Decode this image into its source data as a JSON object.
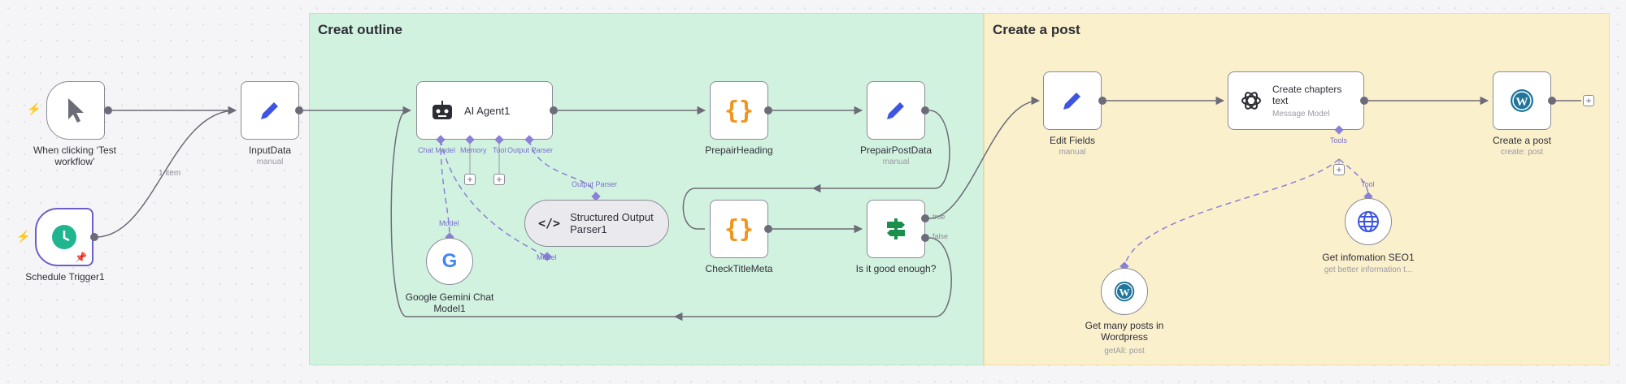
{
  "stickies": {
    "outline": {
      "title": "Creat outline"
    },
    "post": {
      "title": "Create a post"
    }
  },
  "nodes": {
    "manual_trigger": {
      "label": "When clicking ‘Test workflow’",
      "icon": "cursor-icon"
    },
    "schedule_trigger": {
      "label": "Schedule Trigger1",
      "icon": "clock-icon"
    },
    "input_data": {
      "label": "InputData",
      "sub": "manual",
      "icon": "pencil-icon"
    },
    "ai_agent": {
      "label": "AI Agent1",
      "icon": "robot-icon"
    },
    "prepair_heading": {
      "label": "PrepairHeading",
      "icon": "code-braces-icon"
    },
    "prepair_post_data": {
      "label": "PrepairPostData",
      "sub": "manual",
      "icon": "pencil-icon"
    },
    "structured_parser": {
      "label": "Structured Output Parser1",
      "icon": "code-icon"
    },
    "gemini": {
      "label": "Google Gemini Chat Model1",
      "icon": "google-icon"
    },
    "check_title_meta": {
      "label": "CheckTitleMeta",
      "icon": "code-braces-icon"
    },
    "is_good_enough": {
      "label": "Is it good enough?",
      "icon": "signpost-icon"
    },
    "edit_fields": {
      "label": "Edit Fields",
      "sub": "manual",
      "icon": "pencil-icon"
    },
    "create_chapters": {
      "label": "Create chapters text",
      "sub": "Message Model",
      "icon": "openai-icon"
    },
    "create_post": {
      "label": "Create a post",
      "sub": "create: post",
      "icon": "wordpress-icon"
    },
    "get_seo": {
      "label": "Get infomation SEO1",
      "sub": "get better information t...",
      "icon": "globe-icon"
    },
    "get_posts": {
      "label": "Get many posts in Wordpress",
      "sub": "getAll: post",
      "icon": "wordpress-icon"
    }
  },
  "ports": {
    "chat_model": "Chat Model",
    "memory": "Memory",
    "tool": "Tool",
    "output_parser": "Output Parser",
    "output_parser_in": "Output Parser",
    "model_in": "Model",
    "model_out": "Model",
    "tools": "Tools",
    "tool_in": "Tool",
    "true": "true",
    "false": "false"
  },
  "wire_labels": {
    "one_item": "1 item"
  },
  "colors": {
    "outline_sticky": "#d2f2e0",
    "post_sticky": "#fbf0cc",
    "accent_purple": "#6b5fc7",
    "code_orange": "#f0961f",
    "pencil_blue": "#3d55e0",
    "wordpress_blue": "#21759b",
    "switch_green": "#1b8f4e",
    "trigger_red": "#ff5c5c",
    "clock_teal": "#1fb58f"
  }
}
